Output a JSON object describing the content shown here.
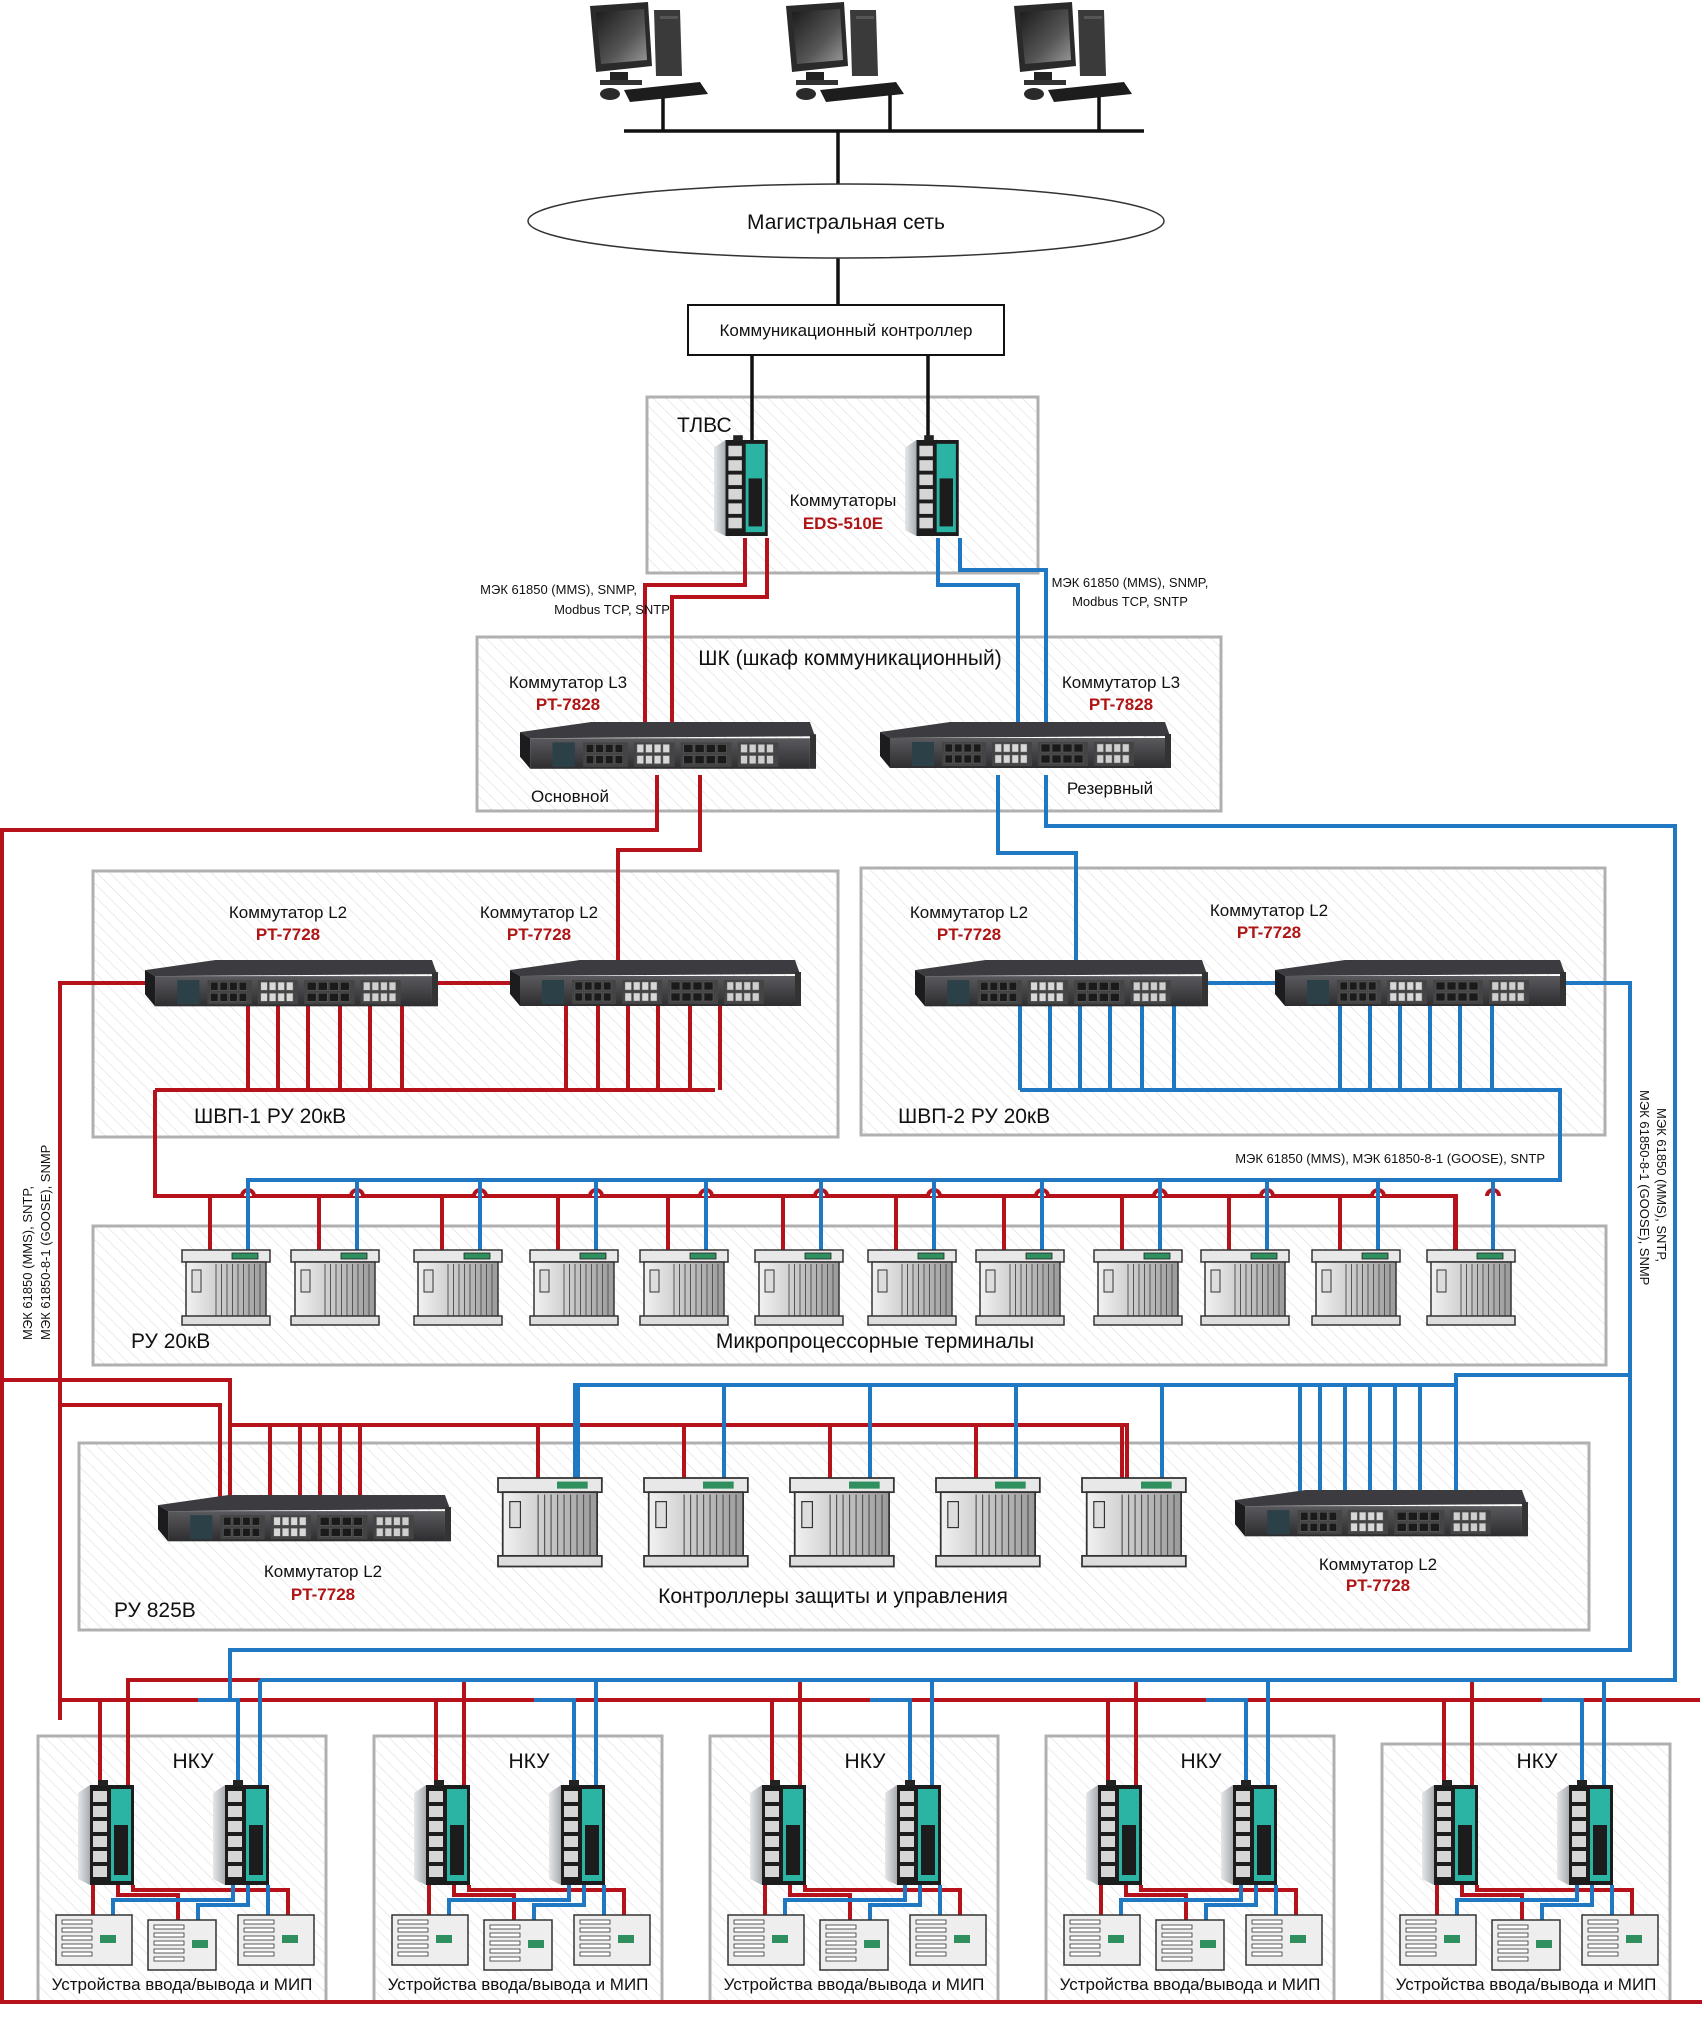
{
  "workstations": {
    "count": 3,
    "icon": "desktop-computer-icon"
  },
  "backbone": {
    "label": "Магистральная сеть"
  },
  "controller": {
    "label": "Коммуникационный контроллер"
  },
  "tlvs": {
    "title": "ТЛВС",
    "switch_label": "Коммутаторы",
    "switch_model": "EDS-510E",
    "proto_left": [
      "МЭК 61850 (MMS), SNMP,",
      "Modbus TCP, SNTP"
    ],
    "proto_right": [
      "МЭК 61850 (MMS), SNMP,",
      "Modbus TCP, SNTP"
    ]
  },
  "shk": {
    "title": "ШК (шкаф коммуникационный)",
    "left": {
      "label": "Коммутатор L3",
      "model": "PT-7828",
      "role": "Основной"
    },
    "right": {
      "label": "Коммутатор L3",
      "model": "PT-7828",
      "role": "Резервный"
    }
  },
  "shvp1": {
    "title": "ШВП-1 РУ 20кВ",
    "switches": [
      {
        "label": "Коммутатор L2",
        "model": "PT-7728"
      },
      {
        "label": "Коммутатор L2",
        "model": "PT-7728"
      }
    ]
  },
  "shvp2": {
    "title": "ШВП-2 РУ 20кВ",
    "switches": [
      {
        "label": "Коммутатор L2",
        "model": "PT-7728"
      },
      {
        "label": "Коммутатор L2",
        "model": "PT-7728"
      }
    ]
  },
  "ru20": {
    "proto": "МЭК 61850 (MMS), МЭК 61850-8-1 (GOOSE),  SNTP",
    "title": "РУ 20кВ",
    "subtitle": "Микропроцессорные терминалы",
    "terminal_count": 12
  },
  "side_protocols": {
    "left": [
      "МЭК 61850 (MMS), SNTP,",
      "МЭК 61850-8-1 (GOOSE), SNMP"
    ],
    "right": [
      "МЭК 61850 (MMS), SNTP,",
      "МЭК 61850-8-1 (GOOSE), SNMP"
    ]
  },
  "ru825": {
    "title": "РУ 825В",
    "subtitle": "Контроллеры защиты и управления",
    "controller_count": 5,
    "left_switch": {
      "label": "Коммутатор L2",
      "model": "PT-7728"
    },
    "right_switch": {
      "label": "Коммутатор L2",
      "model": "PT-7728"
    }
  },
  "nku": [
    {
      "title": "НКУ",
      "caption": "Устройства ввода/вывода и МИП"
    },
    {
      "title": "НКУ",
      "caption": "Устройства ввода/вывода и МИП"
    },
    {
      "title": "НКУ",
      "caption": "Устройства ввода/вывода и МИП"
    },
    {
      "title": "НКУ",
      "caption": "Устройства ввода/вывода и МИП"
    },
    {
      "title": "НКУ",
      "caption": "Устройства ввода/вывода и МИП"
    }
  ],
  "colors": {
    "primary_net": "#b5121b",
    "backup_net": "#1f78c1",
    "model_text": "#b01414"
  }
}
